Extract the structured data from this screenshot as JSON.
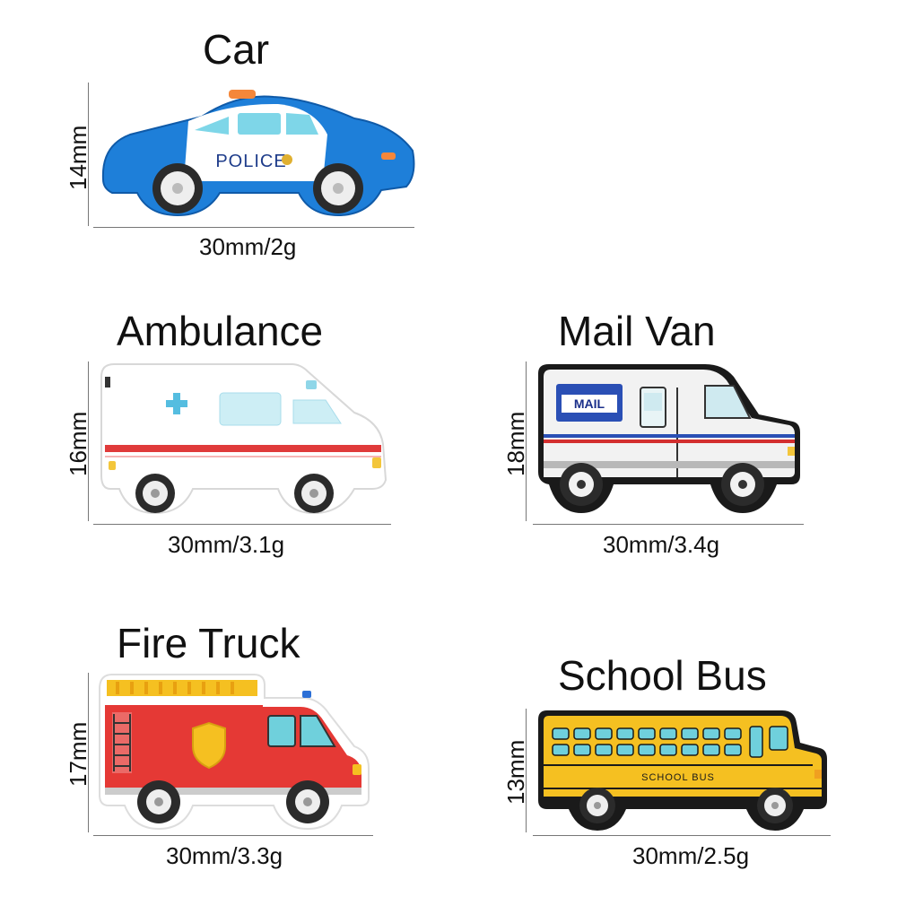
{
  "items": [
    {
      "id": "car",
      "title": "Car",
      "height_label": "14mm",
      "width_label": "30mm/2g"
    },
    {
      "id": "ambulance",
      "title": "Ambulance",
      "height_label": "16mm",
      "width_label": "30mm/3.1g"
    },
    {
      "id": "mail-van",
      "title": "Mail Van",
      "height_label": "18mm",
      "width_label": "30mm/3.4g",
      "badge": "MAIL"
    },
    {
      "id": "fire-truck",
      "title": "Fire Truck",
      "height_label": "17mm",
      "width_label": "30mm/3.3g"
    },
    {
      "id": "school-bus",
      "title": "School Bus",
      "height_label": "13mm",
      "width_label": "30mm/2.5g",
      "badge": "SCHOOL BUS"
    }
  ],
  "car_decal": "POLICE",
  "colors": {
    "police_blue": "#1e7fd9",
    "ambulance_red": "#e03a3a",
    "mail_blue": "#2a4fb5",
    "fire_red": "#e53935",
    "bus_yellow": "#f5c021",
    "window_blue": "#6fd0dc",
    "outline": "#1a1a1a"
  }
}
